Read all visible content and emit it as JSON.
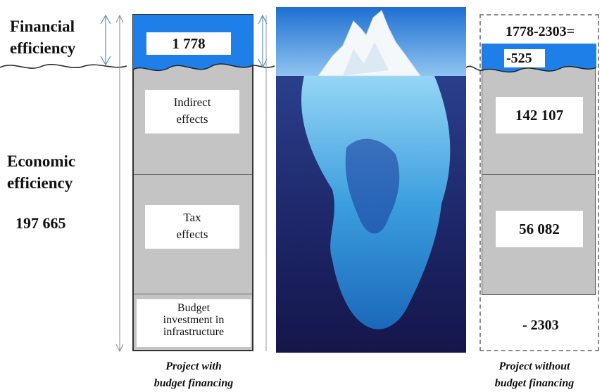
{
  "left_labels": {
    "financial_line1": "Financial",
    "financial_line2": "efficiency",
    "economic_line1": "Economic",
    "economic_line2": "efficiency",
    "economic_value": "197 665"
  },
  "left_column": {
    "financial_value": "1 778",
    "indirect_line1": "Indirect",
    "indirect_line2": "effects",
    "tax_line1": "Tax",
    "tax_line2": "effects",
    "budget_line1": "Budget",
    "budget_line2": "investment in",
    "budget_line3": "infrastructure",
    "caption_line1": "Project with",
    "caption_line2": "budget financing"
  },
  "right_column": {
    "formula": "1778-2303=",
    "financial_value": "-525",
    "indirect_value": "142 107",
    "tax_value": "56 082",
    "budget_value": "- 2303",
    "caption_line1": "Project without",
    "caption_line2": "budget financing"
  },
  "colors": {
    "water_blue": "#1e7fe8",
    "gray_fill": "#c4c4c4",
    "border": "#333333",
    "iceberg_deep": "#1a1a4e"
  },
  "image": {
    "subject": "iceberg-above-and-below-water"
  }
}
